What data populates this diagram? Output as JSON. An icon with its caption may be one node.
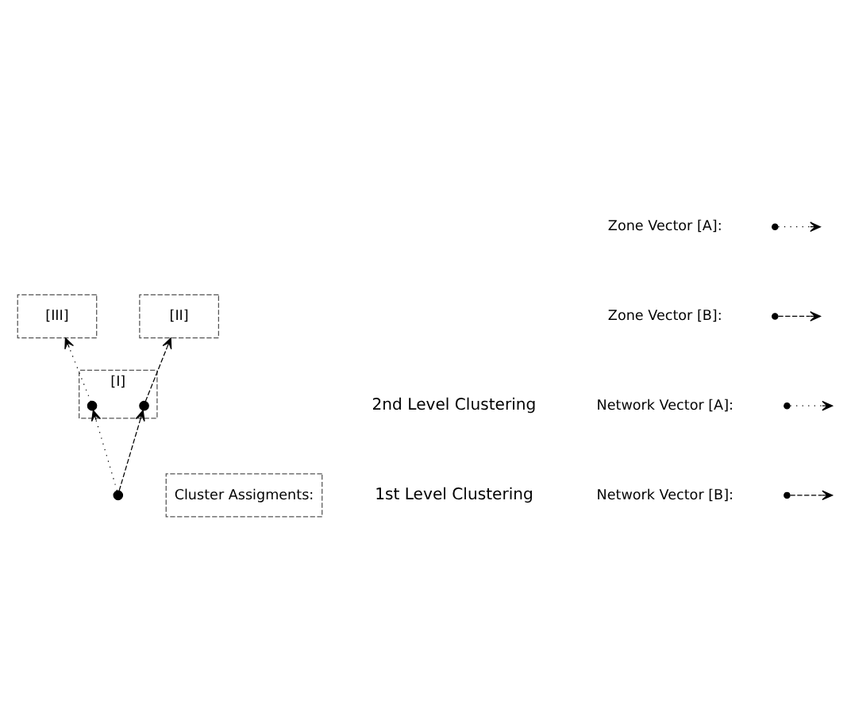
{
  "diagram": {
    "nodes": [
      {
        "text": [],
        "shape": "circle"
      },
      {
        "text": [
          "[I]"
        ]
      },
      {
        "text": [],
        "shape": "circle",
        "in": 1
      },
      {
        "text": [],
        "shape": "circle",
        "in": 1
      },
      {
        "text": [
          "[III]"
        ]
      },
      {
        "text": [
          "[II]"
        ]
      },
      {
        "text": [
          "Cluster Assigments:"
        ]
      }
    ],
    "edges": [
      {
        "from": 0,
        "to": 2,
        "arrow": "to"
      },
      {
        "from": 0,
        "to": 3,
        "arrow": "to",
        "style": "dashed"
      },
      {
        "from": 2,
        "to": 4,
        "arrow": "to"
      },
      {
        "from": 3,
        "to": 5,
        "arrow": "to",
        "style": "dashed"
      }
    ],
    "labels": [
      "2nd Level Clustering",
      "1st Level Clustering"
    ],
    "legend": [
      {
        "text": "Zone Vector [A]:"
      },
      {
        "text": "Zone Vector [B]:"
      },
      {
        "text": "Network Vector [A]:"
      },
      {
        "text": "Network Vector [B]:"
      }
    ]
  }
}
